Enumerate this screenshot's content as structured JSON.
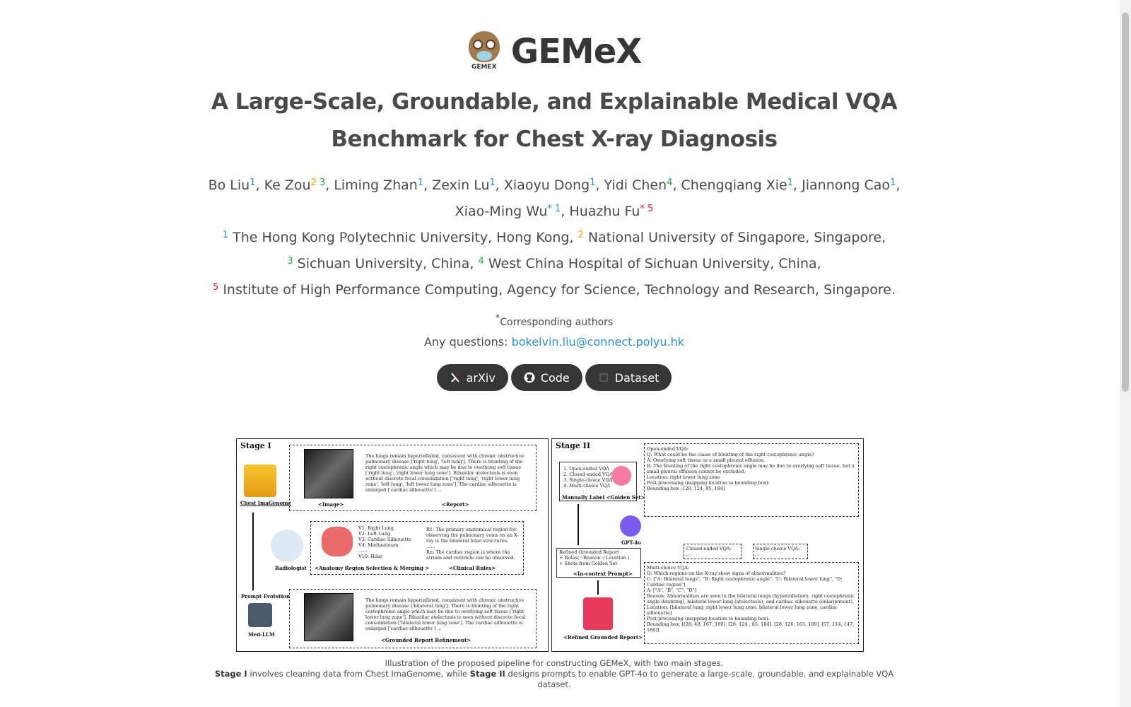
{
  "header": {
    "logo_text": "GEMEX",
    "title": "GEMeX",
    "subtitle_line1": "A Large-Scale, Groundable, and Explainable Medical VQA",
    "subtitle_line2": "Benchmark for Chest X-ray Diagnosis"
  },
  "authors": [
    {
      "name": "Bo Liu",
      "sup": "1"
    },
    {
      "name": "Ke Zou",
      "sup": "2 3"
    },
    {
      "name": "Liming Zhan",
      "sup": "1"
    },
    {
      "name": "Zexin Lu",
      "sup": "1"
    },
    {
      "name": "Xiaoyu Dong",
      "sup": "1"
    },
    {
      "name": "Yidi Chen",
      "sup": "4"
    },
    {
      "name": "Chengqiang Xie",
      "sup": "1"
    },
    {
      "name": "Jiannong Cao",
      "sup": "1"
    },
    {
      "name": "Xiao-Ming Wu",
      "sup_star": "*",
      "sup": "1"
    },
    {
      "name": "Huazhu Fu",
      "sup_star": "*",
      "sup": "5"
    }
  ],
  "affiliations": [
    {
      "sup": "1",
      "text": "The Hong Kong Polytechnic University, Hong Kong,"
    },
    {
      "sup": "2",
      "text": "National University of Singapore, Singapore,"
    },
    {
      "sup": "3",
      "text": "Sichuan University, China,"
    },
    {
      "sup": "4",
      "text": "West China Hospital of Sichuan University, China,"
    },
    {
      "sup": "5",
      "text": "Institute of High Performance Computing, Agency for Science, Technology and Research, Singapore."
    }
  ],
  "corresponding": {
    "mark": "*",
    "text": "Corresponding authors"
  },
  "contact": {
    "label": "Any questions:",
    "email": "bokelvin.liu@connect.polyu.hk"
  },
  "buttons": {
    "arxiv": "arXiv",
    "code": "Code",
    "dataset": "Dataset"
  },
  "figure": {
    "stage1": "Stage I",
    "stage2": "Stage II",
    "s1_source": "Chest ImaGenome",
    "s1_image": "<Image>",
    "s1_report": "<Report>",
    "s1_report_text": "The lungs remain hyperinflated, consistent with chronic obstructive pulmonary disease ['right lung', 'left lung']. There is blunting of the right costophrenic angle which may be due to overlying soft tissue ['right lung', 'right lower lung zone']. Bibasilar atelectasis is seen without discrete focal consolidation ['right lung', 'right lower lung zone', 'left lung', 'left lower lung zone']. The cardiac silhouette is enlarged ['cardiac silhouette'] ...",
    "s1_radiologist": "Radiologist",
    "s1_regions": "V1: Right Lung\nV2: Left Lung\nV3: Cardiac Silhouette\nV4: Mediastinum\n......\nV10: Hilar",
    "s1_anatomy": "<Anatomy Region Selection & Merging >",
    "s1_rules": "R1: The primary anatomical region for observing the pulmonary veins on an X-ray is the bilateral hilar structures.\n......\nRn: The cardiac region is where the atrium and ventricle can be observed.",
    "s1_clinical": "<Clinical Rules>",
    "s1_prompt_evolution": "Prompt Evolution",
    "s1_medllm": "Med-LLM",
    "s1_grounded_text": "The lungs remain hyperinflated, consistent with chronic obstructive pulmonary disease ['bilateral lung']. There is blunting of the right costophrenic angle which may be due to overlying soft tissue ['right lower lung zone']. Bibasilar atelectasis is seen without discrete focal consolidation ['bilateral lower lung zone']. The cardiac silhouette is enlarged ['cardiac silhouette'] ...",
    "s1_grounded": "<Grounded Report Refinement>",
    "s2_types": "1. Open-ended VQA\n2. Closed-ended VQA\n3. Single-choice VQA\n4. Multi-choice VQA",
    "s2_manual": "Manually Label <Golden Set>",
    "s2_gpt": "GPT-4o",
    "s2_prompt": "Refined Grounded Report\n+ Rules(☆Reason ☆Location )\n+ Shots from Golden Set",
    "s2_prompt_lbl": "<In-context Prompt>",
    "s2_refined": "<Refined Grounded Report>",
    "s2_open": "Open-ended VQA:\nQ: What could be the cause of blunting of the right costophrenic angle?\nA: Overlying soft tissue or a small pleural effusion.\nR: The blunting of the right costophrenic angle may be due to overlying soft tissue, but a small pleural effusion cannot be excluded.\nLocation: right lower lung zone\nPost-processing (mapping location to bounding box):\nBounding box : [28, 124, 85, 184]",
    "s2_closed": "Closed-ended VQA:\n...",
    "s2_single": "Single-choice VQA:\n...",
    "s2_multi": "Multi-choice VQA:\nQ: Which regions on the X-ray show signs of abnormalities?\nC: [\"A: Bilateral lungs\", \"B: Right costophrenic angle\", \"C: Bilateral lower lung\", \"D: Cardiac region\"]\nA: [\"A\", \"B\", \"C\", \"D\"]\nReason: Abnormalities are seen in the bilateral lungs (hyperinflation), right costophrenic angle (blunting), bilateral lower lung (atelectasis), and cardiac silhouette (enlargement).\nLocation: [bilateral lung, right lower lung zone, bilateral lower lung zone, cardiac silhouette]\nPost-processing (mapping location to bounding box):\nBounding box: [[28, 40, 167, 190], [28, 124 , 85, 184], [28, 126, 165, 189], [57, 114, 147, 180]]"
  },
  "caption": {
    "line1": "Illustration of the proposed pipeline for constructing GEMeX, with two main stages.",
    "stage1_bold": "Stage I",
    "line2_a": "involves cleaning data from Chest ImaGenome, while",
    "stage2_bold": "Stage II",
    "line2_b": "designs prompts to enable GPT-4o to generate a large-scale, groundable, and explainable VQA dataset."
  },
  "colors": {
    "accent": "#2f8fd8",
    "button_bg": "#363636",
    "sup2": "#e8a317",
    "sup3": "#28a745",
    "sup5": "#c82333"
  }
}
